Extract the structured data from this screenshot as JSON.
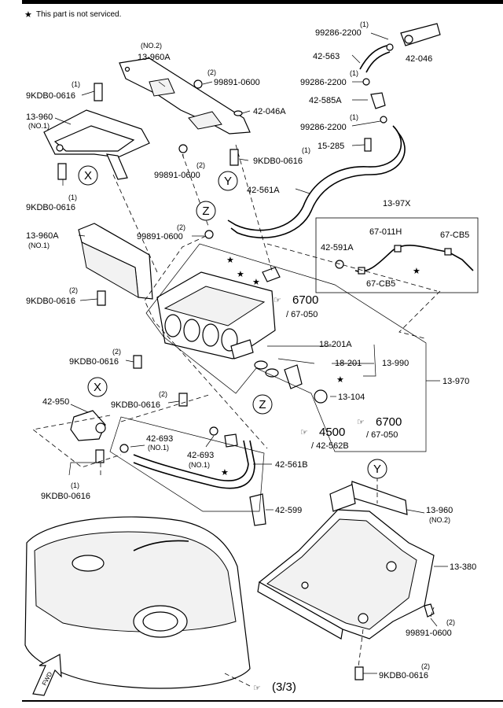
{
  "legend": {
    "star": "★",
    "text": "This part is not serviced."
  },
  "refs": {
    "fig_a": "6700",
    "fig_a_sub": "/ 67-050",
    "fig_b": "6700",
    "fig_b_sub": "/ 67-050",
    "fig_c": "4500",
    "fig_c_sub": "/ 42-562B",
    "fig_d": "(3/3)"
  },
  "markers": {
    "x": "X",
    "y": "Y",
    "z": "Z"
  },
  "labels": {
    "p99286_1": "99286-2200",
    "q99286_1": "(1)",
    "p42563": "42-563",
    "p42046": "42-046",
    "p99286_2": "99286-2200",
    "q99286_2": "(1)",
    "p42585a": "42-585A",
    "p99286_3": "99286-2200",
    "q99286_3": "(1)",
    "p15285": "15-285",
    "p42561a": "42-561A",
    "p13960a_no2": "(NO.2)",
    "p13960a": "13-960A",
    "p99891_a": "99891-0600",
    "q99891_a": "(2)",
    "p42046a": "42-046A",
    "p9kdb_a": "9KDB0-0616",
    "q9kdb_a": "(1)",
    "p13960": "13-960",
    "p13960_no1": "(NO.1)",
    "p99891_b": "99891-0600",
    "q99891_b": "(2)",
    "p9kdb_b": "9KDB0-0616",
    "q9kdb_b": "(1)",
    "p9kdb_c": "9KDB0-0616",
    "q9kdb_c": "(1)",
    "p13960a_2": "13-960A",
    "p13960a_2_no1": "(NO.1)",
    "p99891_c": "99891-0600",
    "q99891_c": "(2)",
    "p9kdb_d": "9KDB0-0616",
    "q9kdb_d": "(2)",
    "p1397x": "13-97X",
    "p67011h": "67-011H",
    "p67cb5_a": "67-CB5",
    "p42591a": "42-591A",
    "p67cb5_b": "67-CB5",
    "p18201a": "18-201A",
    "p18201": "18-201",
    "p13990": "13-990",
    "p13970": "13-970",
    "p13104": "13-104",
    "p9kdb_e": "9KDB0-0616",
    "q9kdb_e": "(2)",
    "p9kdb_f": "9KDB0-0616",
    "q9kdb_f": "(2)",
    "p42950": "42-950",
    "p9kdb_g": "9KDB0-0616",
    "q9kdb_g": "(1)",
    "p42693_a": "42-693",
    "p42693_a_no": "(NO.1)",
    "p42693_b": "42-693",
    "p42693_b_no": "(NO.1)",
    "p42561b": "42-561B",
    "p42599": "42-599",
    "p13960_2": "13-960",
    "p13960_2_no2": "(NO.2)",
    "p13380": "13-380",
    "p99891_d": "99891-0600",
    "q99891_d": "(2)",
    "p9kdb_h": "9KDB0-0616",
    "q9kdb_h": "(2)",
    "fwd": "FWD"
  }
}
